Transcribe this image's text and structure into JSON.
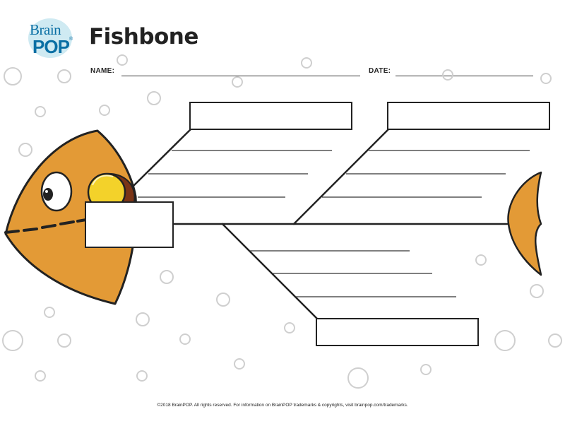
{
  "header": {
    "logo_line1": "Brain",
    "logo_line2": "POP",
    "logo_mark": "®",
    "title": "Fishbone"
  },
  "fields": {
    "name_label": "NAME:",
    "date_label": "DATE:"
  },
  "footer": {
    "text": "©2018 BrainPOP. All rights reserved. For information on BrainPOP trademarks & copyrights, visit brainpop.com/trademarks."
  },
  "colors": {
    "fish_body": "#e39a36",
    "outline": "#222222",
    "eye_yellow": "#f3d22a",
    "bubble": "#cfcfcf"
  }
}
